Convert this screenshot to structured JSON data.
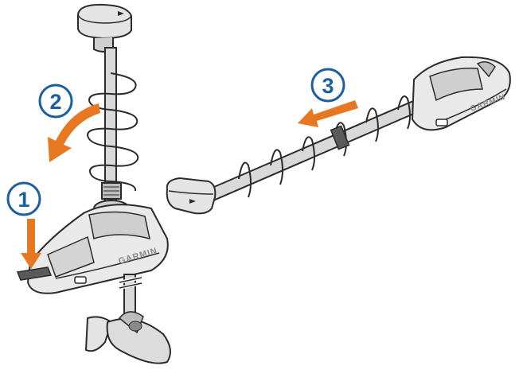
{
  "steps": [
    {
      "number": "1",
      "action": "press-pedal-release"
    },
    {
      "number": "2",
      "action": "rotate-shaft"
    },
    {
      "number": "3",
      "action": "slide-to-stow"
    }
  ],
  "brand_mark": "GARMIN",
  "colors": {
    "arrow": "#e87722",
    "callout": "#1a5f9e",
    "outline": "#2b2b2b",
    "metal": "#d6d6d6",
    "shadow": "#9a9a9a"
  },
  "icons": [
    "motor-head-icon",
    "trolling-motor-mount-icon",
    "propeller-icon",
    "cable-coil-icon"
  ]
}
